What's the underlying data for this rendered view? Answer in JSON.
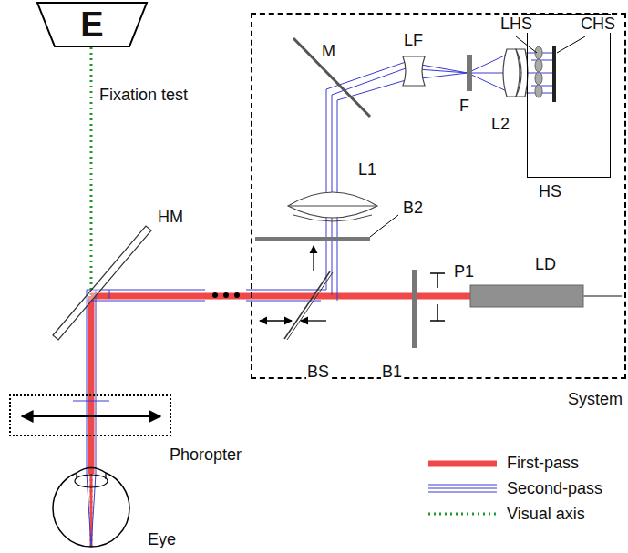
{
  "diagram": {
    "nodes": [
      {
        "text": [
          "System"
        ]
      },
      {
        "text": [
          "HS"
        ],
        "in": 0
      },
      {
        "text": [
          "E"
        ]
      },
      {
        "text": [
          "Phoropter"
        ]
      },
      {
        "text": [
          "Eye"
        ]
      }
    ],
    "labels": [
      "Fixation test",
      "HM",
      "M",
      "LF",
      "F",
      "LHS",
      "CHS",
      "L2",
      "L1",
      "B2",
      "P1",
      "LD",
      "BS",
      "B1"
    ],
    "legend": [
      {
        "text": "First-pass"
      },
      {
        "text": "Second-pass"
      },
      {
        "text": "Visual axis"
      }
    ]
  }
}
